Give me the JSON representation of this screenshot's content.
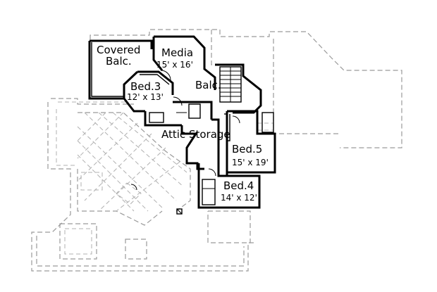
{
  "rooms": {
    "covered_balc_line1": "Covered",
    "covered_balc_line2": "Balc.",
    "media_name": "Media",
    "media_size": "15' x 16'",
    "bed3_name": "Bed.3",
    "bed3_size": "12' x 13'",
    "balc_name": "Balc.",
    "attic_name": "Attic Storage",
    "bed5_name": "Bed.5",
    "bed5_size": "15' x 19'",
    "bed4_name": "Bed.4",
    "bed4_size": "14' x 12'"
  }
}
